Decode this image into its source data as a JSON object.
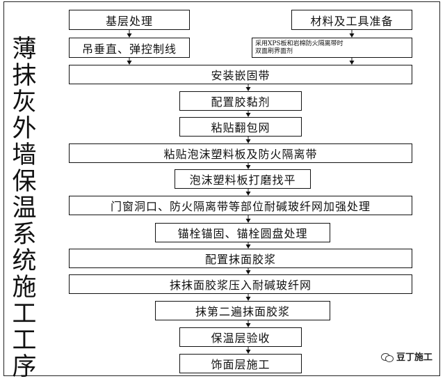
{
  "side_title": [
    "薄",
    "抹",
    "灰",
    "外",
    "墙",
    "保",
    "温",
    "系",
    "统",
    "施",
    "工",
    "工",
    "序"
  ],
  "left_branch": [
    "基层处理",
    "吊垂直、弹控制线"
  ],
  "right_branch": [
    "材料及工具准备",
    [
      "采用XPS板和岩棉防火隔离带时",
      "双面刷界面剂"
    ]
  ],
  "main_steps": [
    "安装嵌固带",
    "配置胶黏剂",
    "粘贴翻包网",
    "粘贴泡沫塑料板及防火隔离带",
    "泡沫塑料板打磨找平",
    "门窗洞口、防火隔离带等部位耐碱玻纤网加强处理",
    "锚栓锚固、锚栓圆盘处理",
    "配置抹面胶浆",
    "抹抹面胶浆压入耐碱玻纤网",
    "抹第二遍抹面胶浆",
    "保温层验收",
    "饰面层施工"
  ],
  "watermark": "豆丁施工"
}
